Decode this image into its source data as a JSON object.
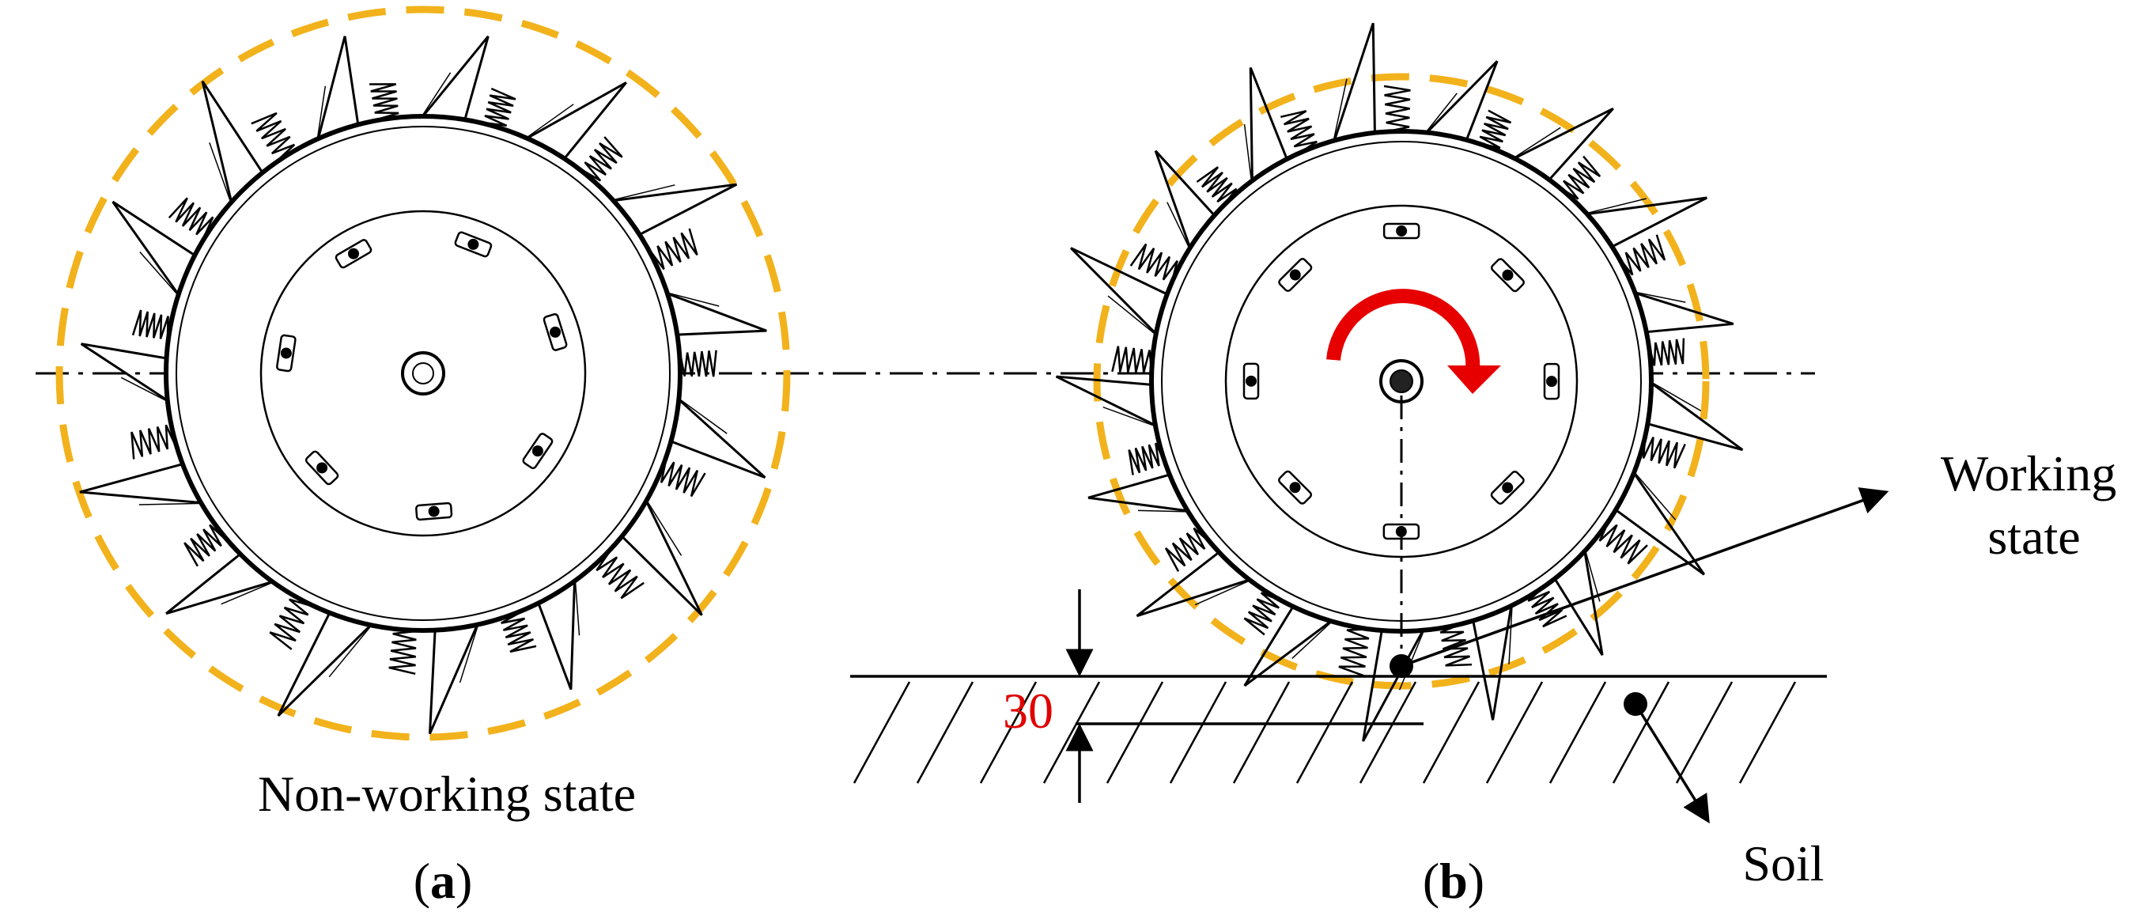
{
  "figure": {
    "panel_a": {
      "caption_open": "(",
      "caption_letter": "a",
      "caption_close": ")",
      "state_label": "Non-working state"
    },
    "panel_b": {
      "caption_open": "(",
      "caption_letter": "b",
      "caption_close": ")",
      "working_label_line1": "Working",
      "working_label_line2": "state",
      "soil_label": "Soil",
      "depth_value": "30"
    }
  },
  "colors": {
    "envelope_dash": "#f2b21c",
    "rotation_arrow": "#e60000",
    "depth_text": "#e00000",
    "line": "#000000"
  },
  "icons": [
    "wheel-a",
    "wheel-b",
    "rotation-arrow-icon",
    "arrow-working-icon",
    "arrow-soil-icon",
    "dimension-arrow-icon"
  ]
}
